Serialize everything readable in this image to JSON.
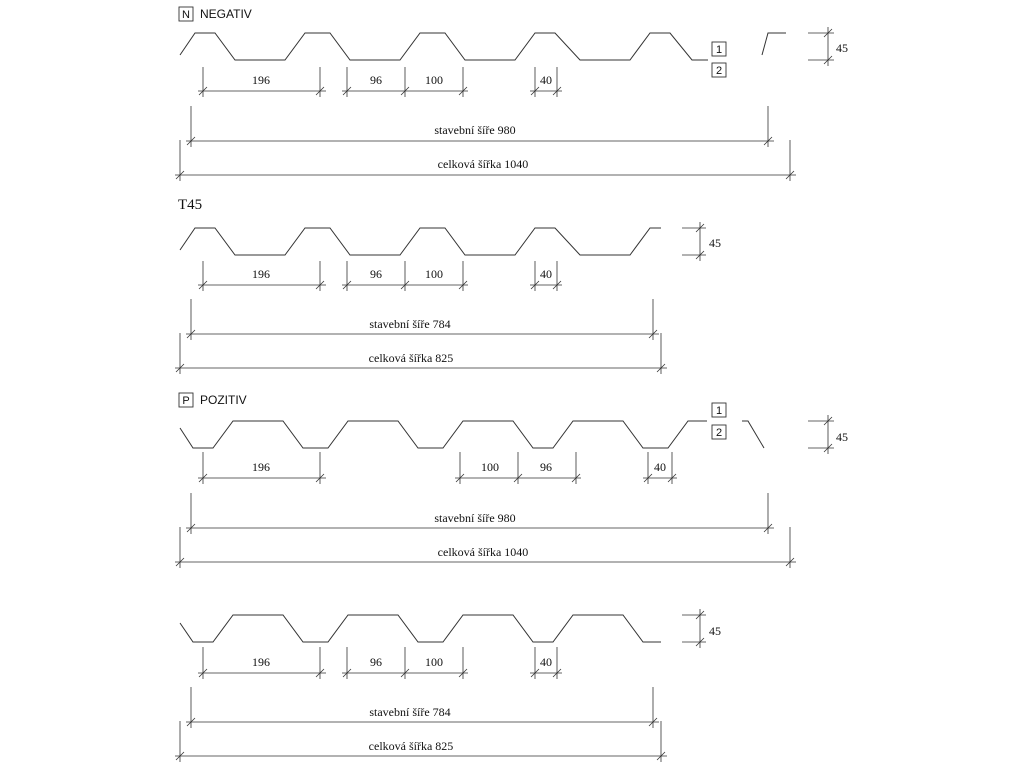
{
  "sections": [
    {
      "title": "NEGATIV",
      "badge": "N",
      "height_label": "45",
      "dims": [
        "196",
        "96",
        "100",
        "40"
      ],
      "construction_width": "stavební šíře 980",
      "total_width": "celková šířka 1040",
      "layer_labels": [
        "1",
        "2"
      ]
    },
    {
      "title": "T45",
      "height_label": "45",
      "dims": [
        "196",
        "96",
        "100",
        "40"
      ],
      "construction_width": "stavební šíře 784",
      "total_width": "celková šířka 825"
    },
    {
      "title": "POZITIV",
      "badge": "P",
      "height_label": "45",
      "dims": [
        "196",
        "100",
        "96",
        "40"
      ],
      "construction_width": "stavební šíře 980",
      "total_width": "celková šířka 1040",
      "layer_labels": [
        "1",
        "2"
      ]
    },
    {
      "height_label": "45",
      "dims": [
        "196",
        "96",
        "100",
        "40"
      ],
      "construction_width": "stavební šíře 784",
      "total_width": "celková šířka 825"
    }
  ]
}
